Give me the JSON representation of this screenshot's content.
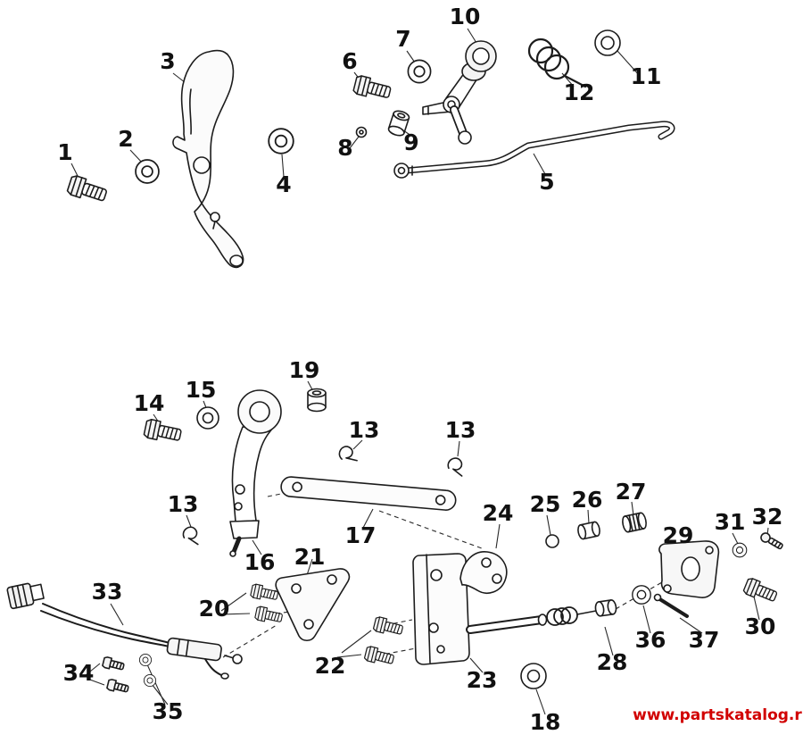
{
  "page": {
    "background": "#ffffff"
  },
  "watermark": {
    "text": "www.partskatalog.ru",
    "color": "#d10000"
  },
  "diagram": {
    "label_color": "#111111",
    "line_color": "#1c1c1c"
  },
  "labels": [
    {
      "n": "1"
    },
    {
      "n": "2"
    },
    {
      "n": "3"
    },
    {
      "n": "4"
    },
    {
      "n": "5"
    },
    {
      "n": "6"
    },
    {
      "n": "7"
    },
    {
      "n": "8"
    },
    {
      "n": "9"
    },
    {
      "n": "10"
    },
    {
      "n": "11"
    },
    {
      "n": "12"
    },
    {
      "n": "13"
    },
    {
      "n": "13"
    },
    {
      "n": "13"
    },
    {
      "n": "14"
    },
    {
      "n": "15"
    },
    {
      "n": "16"
    },
    {
      "n": "17"
    },
    {
      "n": "18"
    },
    {
      "n": "19"
    },
    {
      "n": "20"
    },
    {
      "n": "21"
    },
    {
      "n": "22"
    },
    {
      "n": "23"
    },
    {
      "n": "24"
    },
    {
      "n": "25"
    },
    {
      "n": "26"
    },
    {
      "n": "27"
    },
    {
      "n": "28"
    },
    {
      "n": "29"
    },
    {
      "n": "30"
    },
    {
      "n": "31"
    },
    {
      "n": "32"
    },
    {
      "n": "33"
    },
    {
      "n": "34"
    },
    {
      "n": "35"
    },
    {
      "n": "36"
    },
    {
      "n": "37"
    }
  ]
}
